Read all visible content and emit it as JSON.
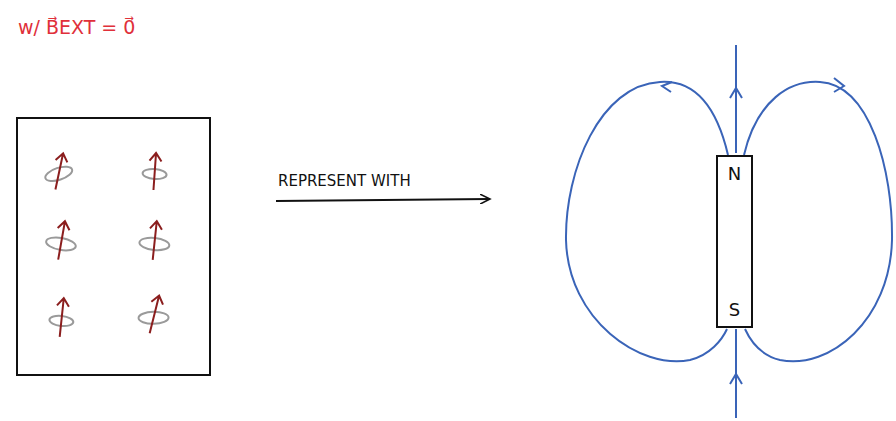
{
  "diagram": {
    "nodes": [
      {
        "text": [
          "N",
          "S"
        ]
      }
    ],
    "labels": [
      "w/ B⃗EXT = 0⃗",
      "REPRESENT WITH"
    ]
  }
}
